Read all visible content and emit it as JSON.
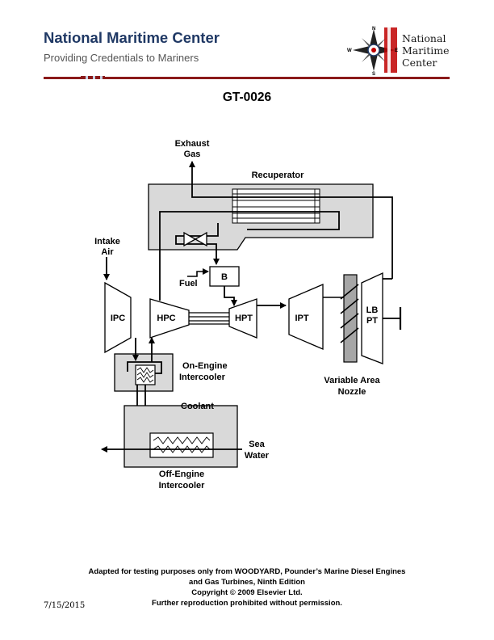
{
  "header": {
    "title": "National Maritime Center",
    "subtitle": "Providing Credentials to Mariners",
    "logo_lines": [
      "National",
      "Maritime",
      "Center"
    ],
    "logo_compass_letters": [
      "N",
      "E",
      "W",
      "S"
    ]
  },
  "document_title": "GT-0026",
  "diagram": {
    "exhaust_gas": [
      "Exhaust",
      "Gas"
    ],
    "recuperator": "Recuperator",
    "intake_air": [
      "Intake",
      "Air"
    ],
    "fuel": "Fuel",
    "burner": "B",
    "ipc": "IPC",
    "hpc": "HPC",
    "hpt": "HPT",
    "ipt": "IPT",
    "lbpt": [
      "LB",
      "PT"
    ],
    "on_engine_intercooler": [
      "On-Engine",
      "Intercooler"
    ],
    "variable_area_nozzle": [
      "Variable Area",
      "Nozzle"
    ],
    "coolant": "Coolant",
    "sea_water": [
      "Sea",
      "Water"
    ],
    "off_engine_intercooler": [
      "Off-Engine",
      "Intercooler"
    ]
  },
  "footer": {
    "line1": "Adapted for testing purposes only from WOODYARD, Pounder’s Marine Diesel Engines",
    "line2": "and Gas Turbines, Ninth Edition",
    "line3": "Copyright © 2009 Elsevier Ltd.",
    "line4": "Further reproduction prohibited without permission."
  },
  "date": "7/15/2015",
  "colors": {
    "title_blue": "#1f3864",
    "rule_red": "#8b1a1a",
    "box_gray": "#d9d9d9",
    "nozzle_gray": "#a6a6a6"
  }
}
